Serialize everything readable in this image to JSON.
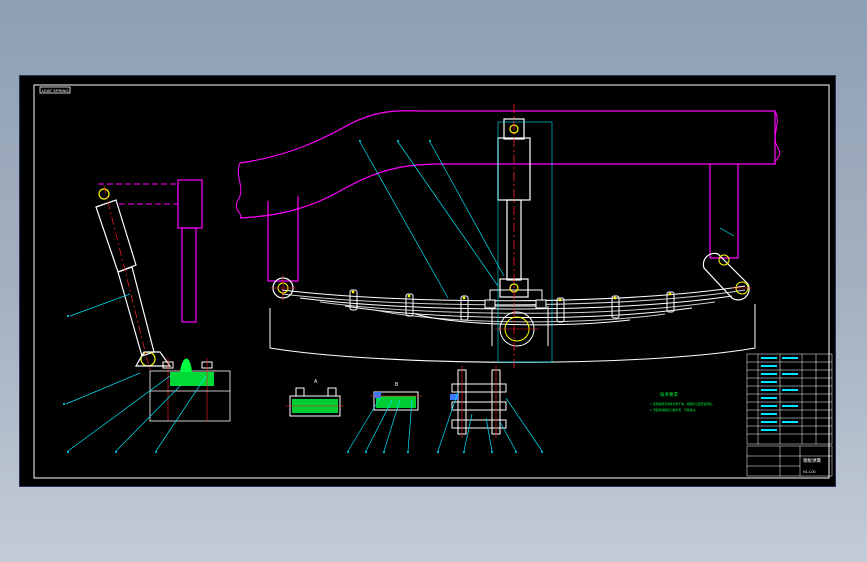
{
  "drawing": {
    "title_tag": "LEAF SPRING",
    "colors": {
      "frame": "#ffffff",
      "magenta": "#ff00ff",
      "cyan": "#00e5ff",
      "yellow": "#ffff00",
      "red": "#ff2020",
      "green": "#00ff40",
      "steel": "#c8c8c8",
      "blue": "#3b7bff"
    },
    "section_labels": {
      "detail_a": "A",
      "detail_b": "B"
    },
    "notes": {
      "heading": "技术要求",
      "lines": [
        "1. 装配前所有零件清洗干净，按图示位置安装到位。",
        "2. 紧固件按规定力矩拧紧，不得松动。"
      ]
    },
    "title_block": {
      "name": "钢板弹簧",
      "drawing_no": "HJ-1-00"
    }
  }
}
